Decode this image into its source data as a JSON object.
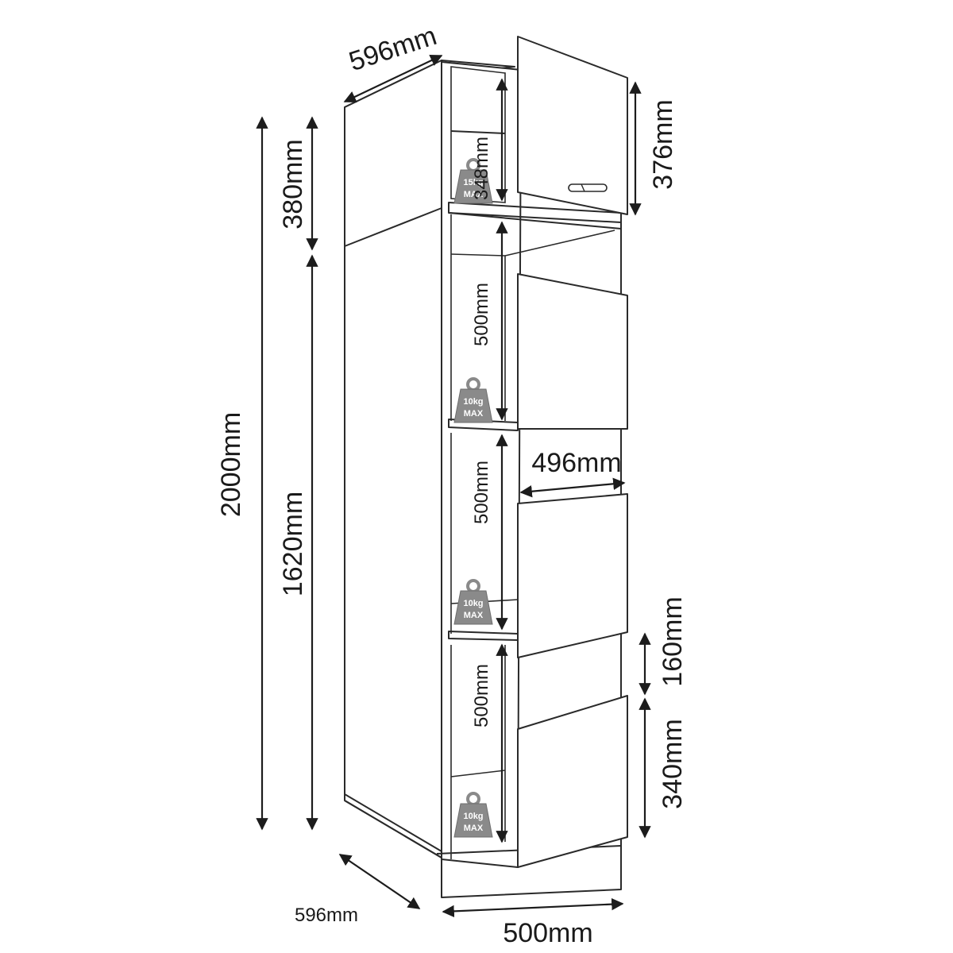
{
  "dimensions": {
    "top_depth": "596mm",
    "total_height": "2000mm",
    "upper_section": "380mm",
    "lower_section": "1620mm",
    "top_door": "376mm",
    "top_inner": "348mm",
    "shelf_gap_1": "500mm",
    "shelf_gap_2": "500mm",
    "shelf_gap_3": "500mm",
    "inner_width": "496mm",
    "gap_height": "160mm",
    "bottom_door": "340mm",
    "base_depth": "596mm",
    "base_width": "500mm"
  },
  "load_limits": [
    {
      "amount": "15kg",
      "max": "MAX"
    },
    {
      "amount": "10kg",
      "max": "MAX"
    },
    {
      "amount": "10kg",
      "max": "MAX"
    },
    {
      "amount": "10kg",
      "max": "MAX"
    }
  ],
  "colors": {
    "line": "#2a2a2a",
    "weight_icon": "#8a8a8a"
  }
}
